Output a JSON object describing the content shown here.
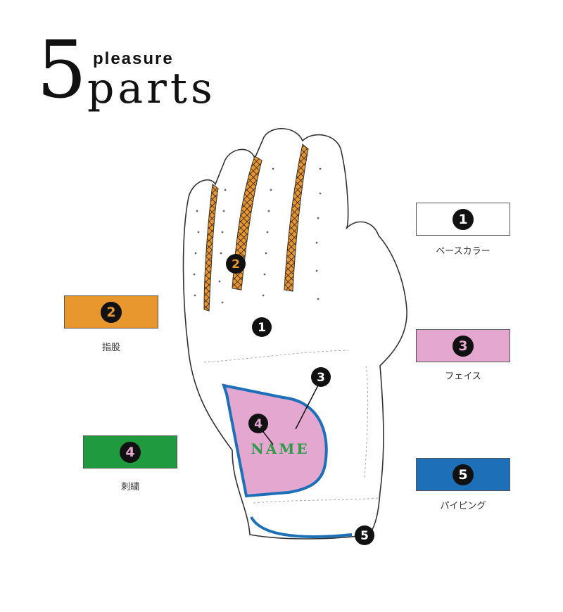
{
  "title": {
    "number": "5",
    "small": "pleasure",
    "big": "parts"
  },
  "parts": [
    {
      "id": "1",
      "label": "ベースカラー",
      "color": "#ffffff",
      "num_color": "#ffffff"
    },
    {
      "id": "2",
      "label": "指股",
      "color": "#e8962e",
      "num_color": "#e8962e"
    },
    {
      "id": "3",
      "label": "フェイス",
      "color": "#e4a7cf",
      "num_color": "#e4a7cf"
    },
    {
      "id": "4",
      "label": "刺繍",
      "color": "#1f9a3f",
      "num_color": "#e4a7cf"
    },
    {
      "id": "5",
      "label": "パイピング",
      "color": "#1d6fb8",
      "num_color": "#ffffff"
    }
  ],
  "glove": {
    "embroidery_text": "NAME",
    "embroidery_color": "#2e9a4a",
    "markers": [
      "1",
      "2",
      "3",
      "4",
      "5"
    ]
  }
}
